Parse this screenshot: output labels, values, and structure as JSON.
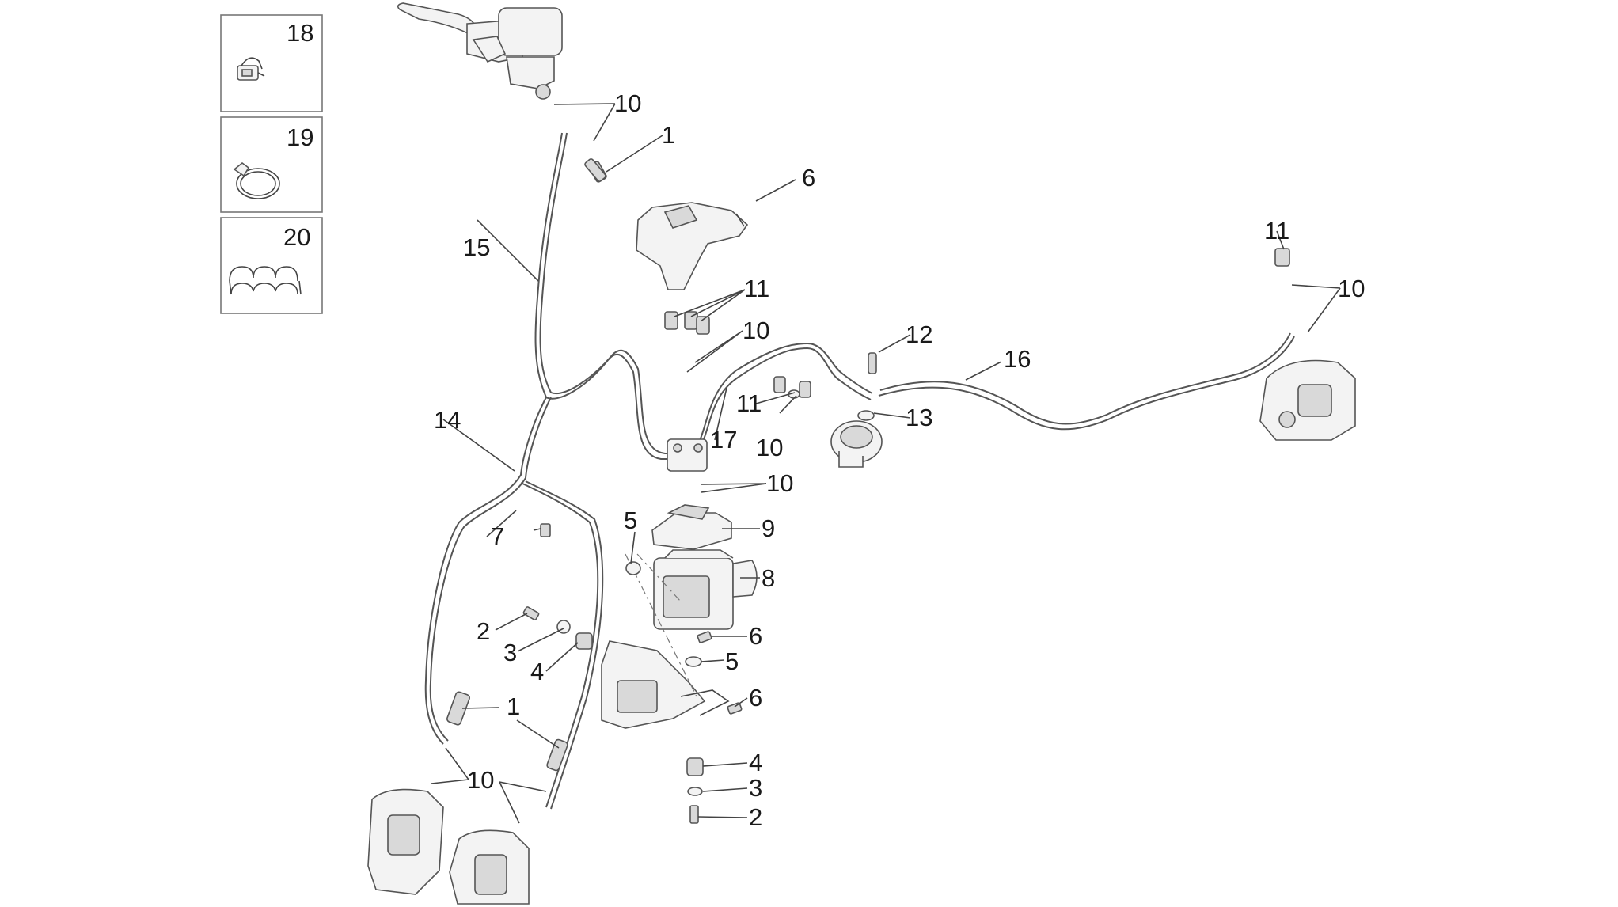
{
  "legend": [
    {
      "number": "18",
      "icon": "hose-clip-icon"
    },
    {
      "number": "19",
      "icon": "hose-clamp-icon"
    },
    {
      "number": "20",
      "icon": "cable-guide-icon"
    }
  ],
  "callouts": {
    "c1a": "1",
    "c1b": "1",
    "c2a": "2",
    "c2b": "2",
    "c3a": "3",
    "c3b": "3",
    "c4a": "4",
    "c4b": "4",
    "c5a": "5",
    "c5b": "5",
    "c6a": "6",
    "c6b": "6",
    "c6c": "6",
    "c7": "7",
    "c8": "8",
    "c9": "9",
    "c10a": "10",
    "c10b": "10",
    "c10c": "10",
    "c10d": "10",
    "c10e": "10",
    "c10f": "10",
    "c11a": "11",
    "c11b": "11",
    "c11c": "11",
    "c12": "12",
    "c13": "13",
    "c14": "14",
    "c15": "15",
    "c16": "16",
    "c17": "17"
  }
}
